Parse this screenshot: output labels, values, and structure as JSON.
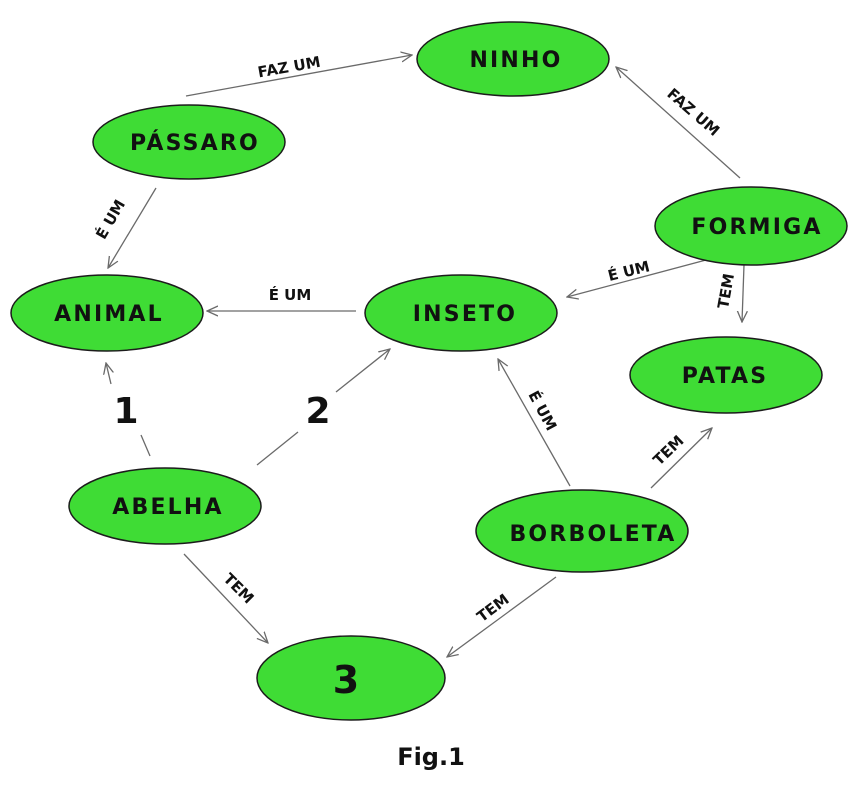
{
  "diagram": {
    "fill_color": "#3fdc35",
    "nodes": {
      "ninho": "NINHO",
      "passaro": "PÁSSARO",
      "formiga": "FORMIGA",
      "animal": "ANIMAL",
      "inseto": "INSETO",
      "patas": "PATAS",
      "abelha": "ABELHA",
      "borboleta": "BORBOLETA",
      "blank3": "3"
    },
    "edges": {
      "passaro_ninho": "FAZ UM",
      "formiga_ninho": "FAZ UM",
      "passaro_animal": "É UM",
      "inseto_animal": "É UM",
      "formiga_inseto": "É UM",
      "formiga_patas": "TEM",
      "abelha_animal": "1",
      "abelha_inseto": "2",
      "borboleta_inseto": "É UM",
      "borboleta_patas": "TEM",
      "abelha_blank3": "TEM",
      "borboleta_blank3": "TEM"
    },
    "caption": "Fig.1"
  }
}
